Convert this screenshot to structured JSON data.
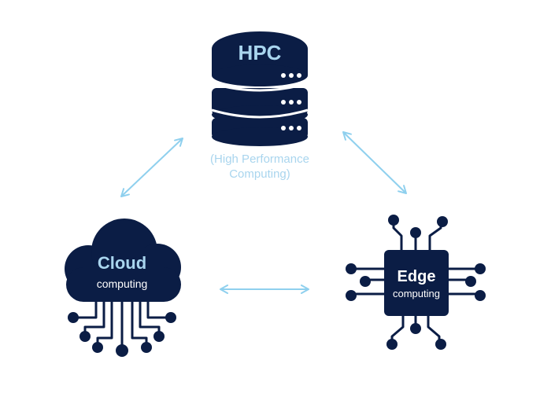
{
  "colors": {
    "node_fill": "#0b1d45",
    "text_light": "#ffffff",
    "accent": "#8fd0ee",
    "subtitle": "#a9d5ee"
  },
  "hpc": {
    "icon": "server-stack-icon",
    "title": "HPC",
    "subtitle_line1": "(High Performance",
    "subtitle_line2": "Computing)"
  },
  "cloud": {
    "icon": "cloud-network-icon",
    "title": "Cloud",
    "subtitle": "computing"
  },
  "edge": {
    "icon": "chip-icon",
    "title": "Edge",
    "subtitle": "computing"
  },
  "connections": [
    {
      "from": "hpc",
      "to": "cloud",
      "icon": "double-arrow-icon"
    },
    {
      "from": "hpc",
      "to": "edge",
      "icon": "double-arrow-icon"
    },
    {
      "from": "cloud",
      "to": "edge",
      "icon": "double-arrow-icon"
    }
  ]
}
